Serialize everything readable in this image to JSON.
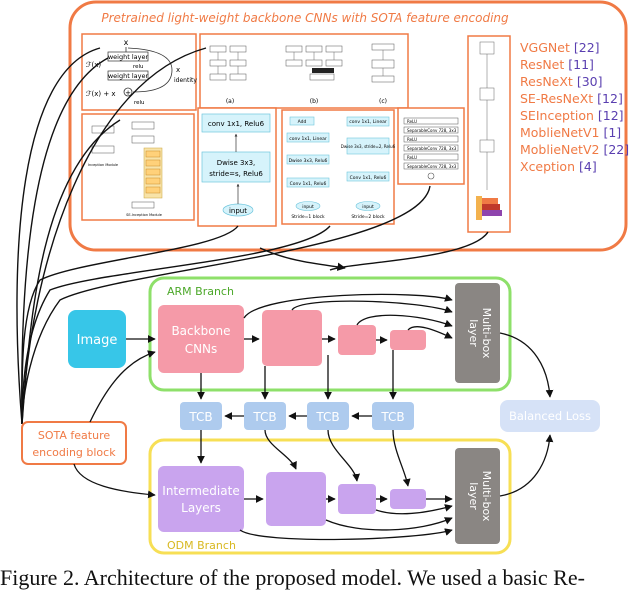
{
  "top_panel": {
    "title": "Pretrained light-weight backbone CNNs with SOTA feature encoding",
    "resblock": {
      "x_top": "x",
      "weight_layer_1": "weight layer",
      "relu_mid": "relu",
      "weight_layer_2": "weight layer",
      "fx": "ℱ(x)",
      "fx_plus_x": "ℱ(x) + x",
      "identity_x": "x",
      "identity": "identity",
      "relu_out": "relu"
    },
    "inception": {
      "module_label": "Inception Module",
      "se_module_label": "SE-Inception Module"
    },
    "resnext": {
      "labels": [
        "(a)",
        "(b)",
        "(c)"
      ]
    },
    "mobilenet_v1": {
      "conv1x1": "conv 1x1, Relu6",
      "dwise_line1": "Dwise 3x3,",
      "dwise_line2": "stride=s, Relu6",
      "input": "input"
    },
    "mobilenet_v2": {
      "left": [
        "Add",
        "conv 1x1, Linear",
        "Dwise 3x3, Relu6",
        "Conv 1x1, Relu6",
        "input"
      ],
      "left_caption": "Stride=1 block",
      "right": [
        "conv 1x1, Linear",
        "Dwise 3x3, stride=2, Relu6",
        "Conv 1x1, Relu6",
        "input"
      ],
      "right_caption": "Stride=2 block"
    },
    "xception": {
      "rows": [
        "ReLU",
        "SeparableConv 728, 3x3",
        "ReLU",
        "SeparableConv 728, 3x3",
        "ReLU",
        "SeparableConv 728, 3x3"
      ]
    },
    "backbones": [
      {
        "name": "VGGNet",
        "ref": "[22]"
      },
      {
        "name": "ResNet",
        "ref": "[11]"
      },
      {
        "name": "ResNeXt",
        "ref": "[30]"
      },
      {
        "name": "SE-ResNeXt",
        "ref": "[12]"
      },
      {
        "name": "SEInception",
        "ref": "[12]"
      },
      {
        "name": "MoblieNetV1",
        "ref": "[1]"
      },
      {
        "name": "MoblieNetV2",
        "ref": "[22]"
      },
      {
        "name": "Xception",
        "ref": "[4]"
      }
    ]
  },
  "arm_branch": {
    "title": "ARM Branch",
    "image": "Image",
    "backbone_line1": "Backbone",
    "backbone_line2": "CNNs",
    "multibox_line1": "Multi-box",
    "multibox_line2": "layer"
  },
  "tcb_labels": [
    "TCB",
    "TCB",
    "TCB",
    "TCB"
  ],
  "balanced_loss": "Balanced Loss",
  "sota_block": {
    "line1": "SOTA feature",
    "line2": "encoding block"
  },
  "odm_branch": {
    "title": "ODM Branch",
    "intermediate_line1": "Intermediate",
    "intermediate_line2": "Layers",
    "multibox_line1": "Multi-box",
    "multibox_line2": "layer"
  },
  "caption": "Figure 2. Architecture of the proposed model. We used a basic Re-",
  "colors": {
    "orange": "#f07a45",
    "arm_green": "#8ee06a",
    "odm_yellow": "#f7df55",
    "pink": "#f59aa8",
    "purple": "#c9a4ee",
    "cyan": "#37c6e8",
    "tcb_blue": "#aecbee",
    "gray": "#8a8683",
    "ref_purple": "#5a3fb0"
  }
}
